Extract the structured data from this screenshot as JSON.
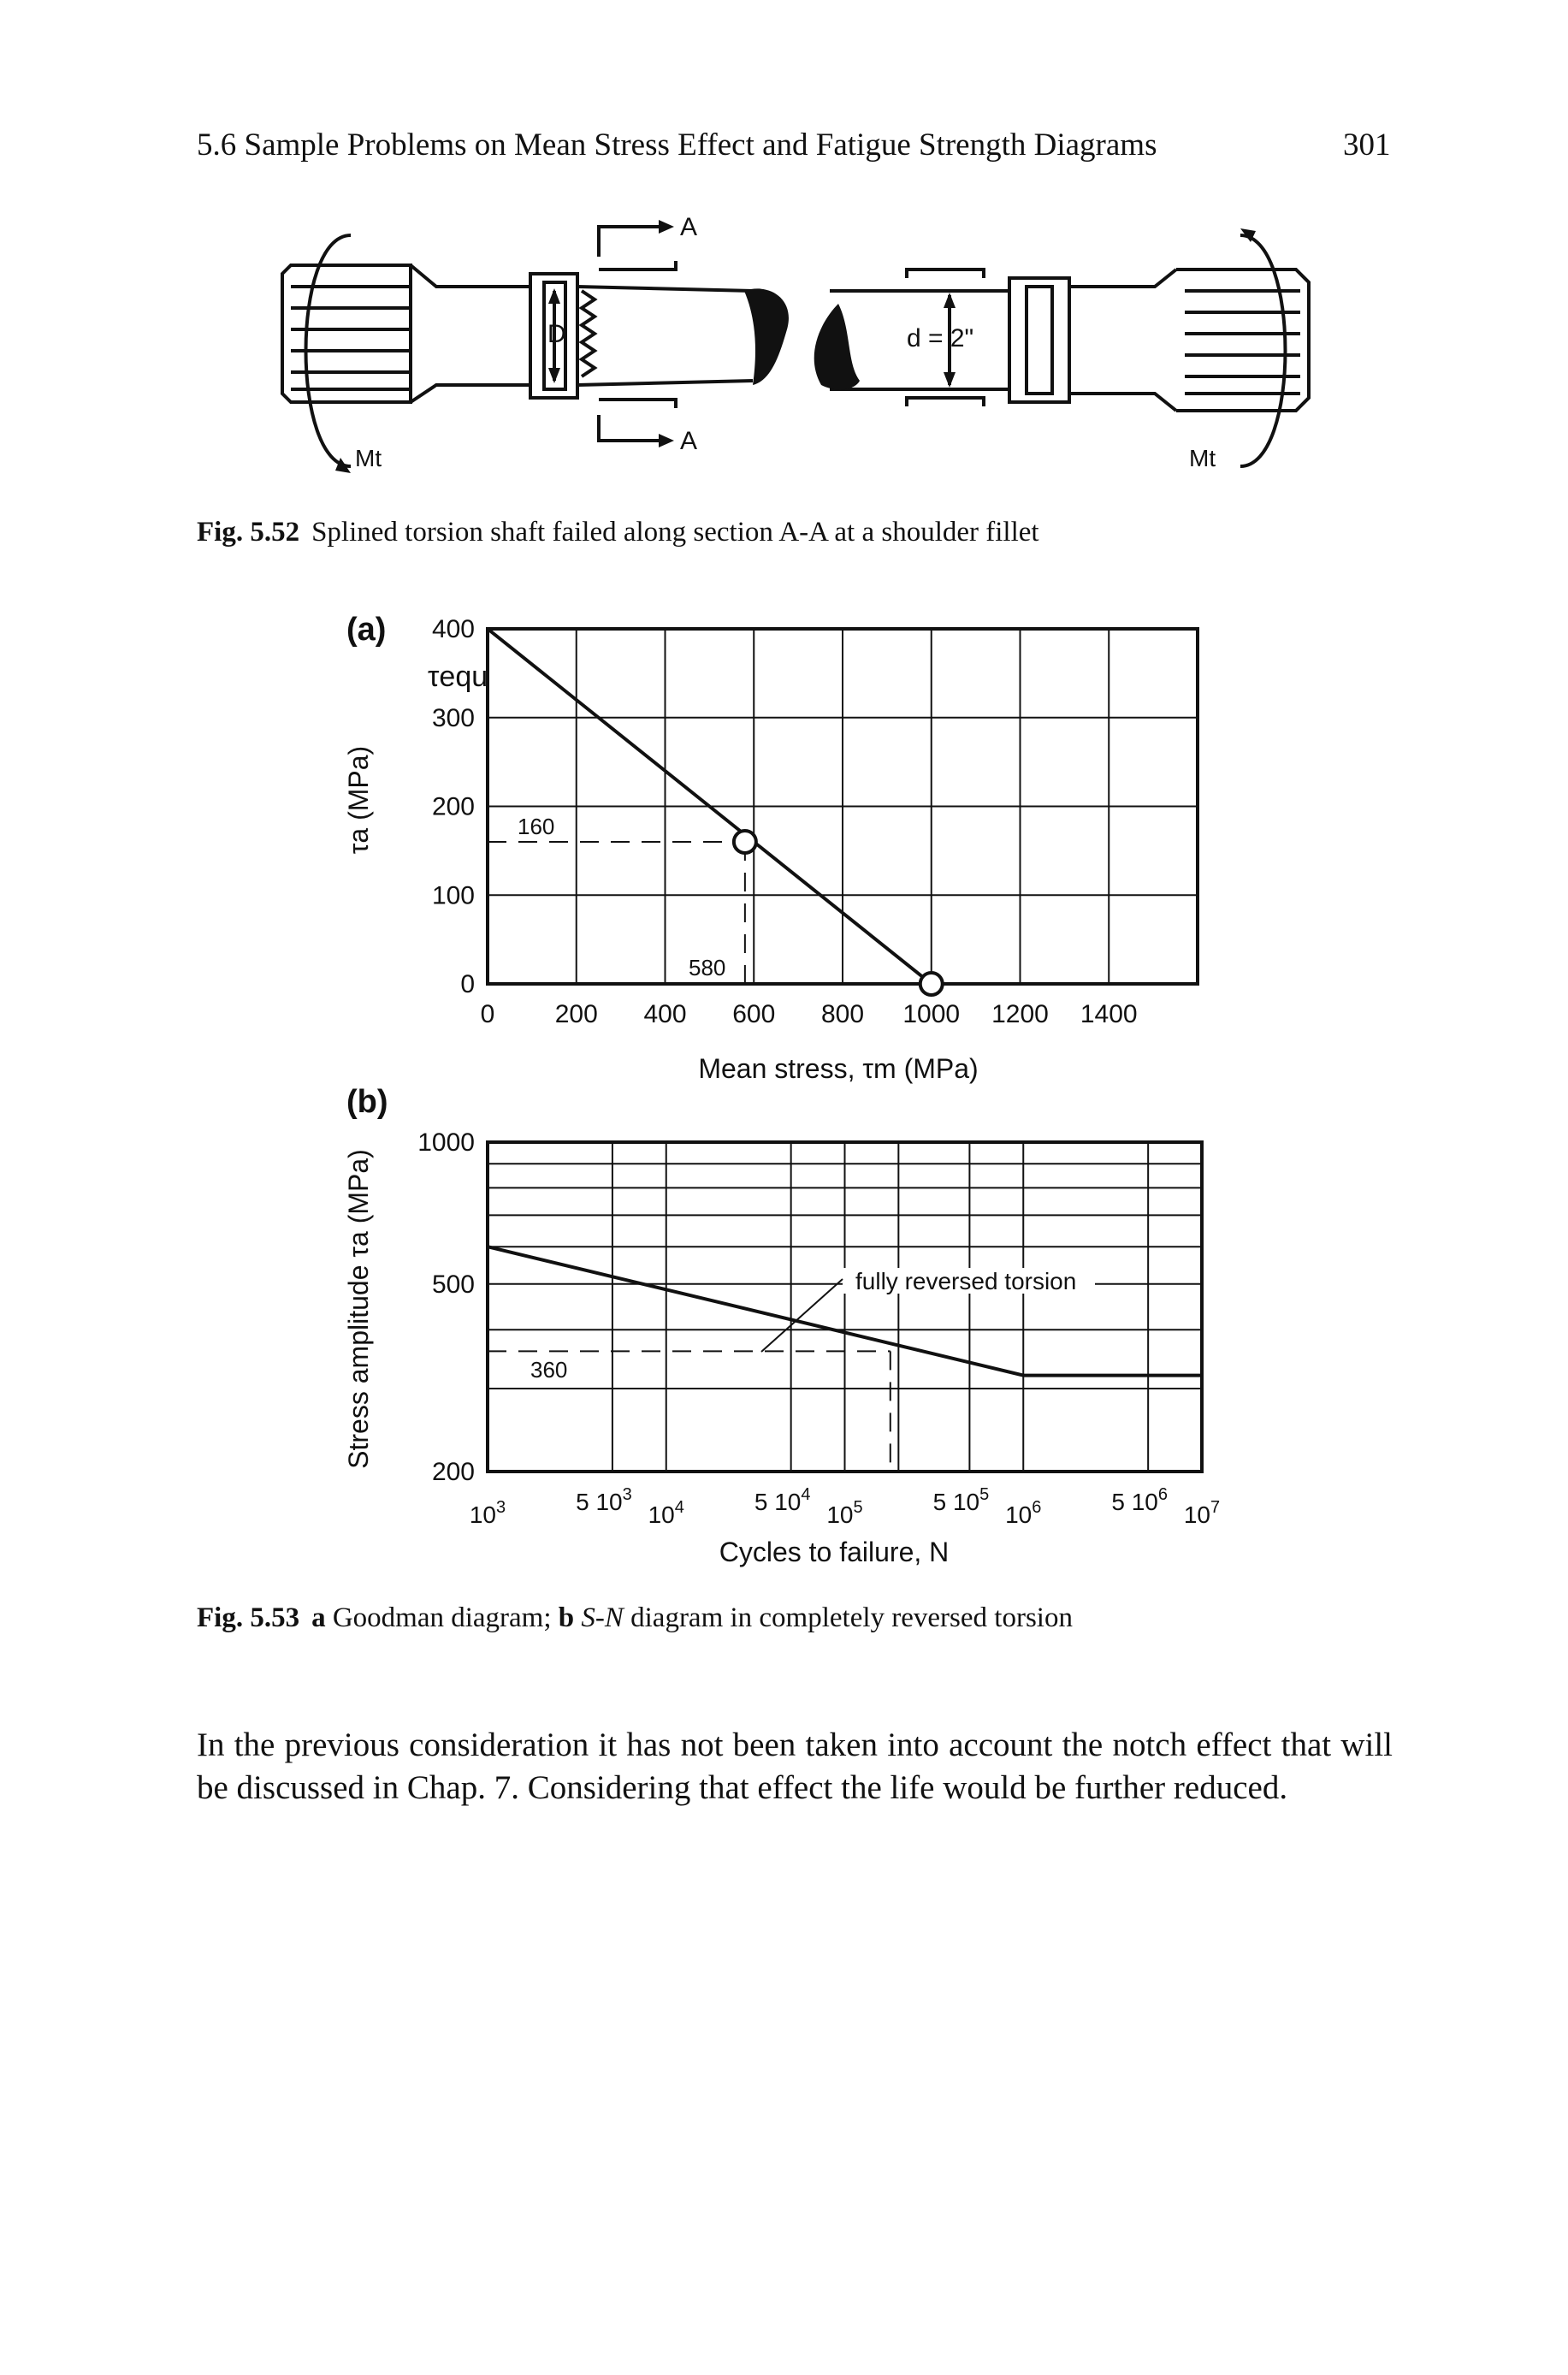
{
  "header": {
    "running_head": "5.6 Sample Problems on Mean Stress Effect and Fatigue Strength Diagrams",
    "page_number": "301"
  },
  "fig_552": {
    "label": "Fig. 5.52",
    "caption": "Splined torsion shaft failed along section A-A at a shoulder fillet",
    "section_label": "A",
    "diameter_label": "D",
    "small_diameter_label": "d = 2\"",
    "torque_label": "Mt"
  },
  "fig_553": {
    "label": "Fig. 5.53",
    "caption_a": "a",
    "caption_a_text": "Goodman diagram;",
    "caption_b": "b",
    "caption_b_sn": "S-N",
    "caption_b_text": "diagram in completely reversed torsion"
  },
  "chart_data": [
    {
      "panel": "(a)",
      "type": "line",
      "xlabel": "Mean stress, τm (MPa)",
      "ylabel": "τa (MPa)",
      "line_label": "τequ",
      "xlim": [
        0,
        1600
      ],
      "ylim": [
        0,
        400
      ],
      "x_ticks": [
        0,
        200,
        400,
        600,
        800,
        1000,
        1200,
        1400
      ],
      "y_ticks": [
        0,
        100,
        200,
        300,
        400
      ],
      "grid": true,
      "series": [
        {
          "x": [
            0,
            1000
          ],
          "y": [
            400,
            0
          ]
        }
      ],
      "marked_points": [
        {
          "x": 580,
          "y": 160
        },
        {
          "x": 1000,
          "y": 0
        }
      ],
      "annotations": [
        "160",
        "580"
      ]
    },
    {
      "panel": "(b)",
      "type": "line",
      "xlabel": "Cycles to failure, N",
      "ylabel": "Stress amplitude τa (MPa)",
      "xscale": "log",
      "yscale": "log",
      "xlim": [
        1000,
        10000000
      ],
      "ylim": [
        200,
        1000
      ],
      "y_ticks": [
        200,
        500,
        1000
      ],
      "x_tick_labels": [
        "10^3",
        "5 10^3",
        "10^4",
        "5 10^4",
        "10^5",
        "5 10^5",
        "10^6",
        "5 10^6",
        "10^7"
      ],
      "grid": true,
      "series": [
        {
          "name": "fully reversed torsion",
          "x": [
            1000,
            1000000,
            10000000
          ],
          "y": [
            600,
            320,
            320
          ]
        }
      ],
      "marked_points": [
        {
          "x": 180000,
          "y": 360
        }
      ],
      "annotations": [
        "360"
      ]
    }
  ],
  "body": {
    "paragraph": "In the previous consideration it has not been taken into account the notch effect that will be discussed in Chap. 7. Considering that effect the life would be further reduced."
  }
}
